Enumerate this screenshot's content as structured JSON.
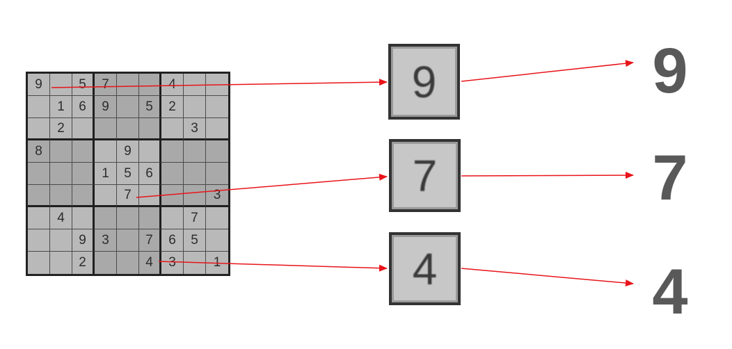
{
  "board": {
    "rows": [
      [
        "9",
        "",
        "5",
        "7",
        "",
        "",
        "4",
        "",
        ""
      ],
      [
        "",
        "1",
        "6",
        "9",
        "",
        "5",
        "2",
        "",
        ""
      ],
      [
        "",
        "2",
        "",
        "",
        "",
        "",
        "",
        "3",
        ""
      ],
      [
        "8",
        "",
        "",
        "",
        "9",
        "",
        "",
        "",
        ""
      ],
      [
        "",
        "",
        "",
        "1",
        "5",
        "6",
        "",
        "",
        ""
      ],
      [
        "",
        "",
        "",
        "",
        "7",
        "",
        "",
        "",
        "3"
      ],
      [
        "",
        "4",
        "",
        "",
        "",
        "",
        "",
        "7",
        ""
      ],
      [
        "",
        "",
        "9",
        "3",
        "",
        "7",
        "6",
        "5",
        ""
      ],
      [
        "",
        "",
        "2",
        "",
        "",
        "4",
        "3",
        "",
        "1"
      ]
    ]
  },
  "crops": [
    {
      "digit": "9"
    },
    {
      "digit": "7"
    },
    {
      "digit": "4"
    }
  ],
  "results": [
    {
      "digit": "9"
    },
    {
      "digit": "7"
    },
    {
      "digit": "4"
    }
  ],
  "colors": {
    "arrow": "#e8141a",
    "result_text": "#595959"
  }
}
